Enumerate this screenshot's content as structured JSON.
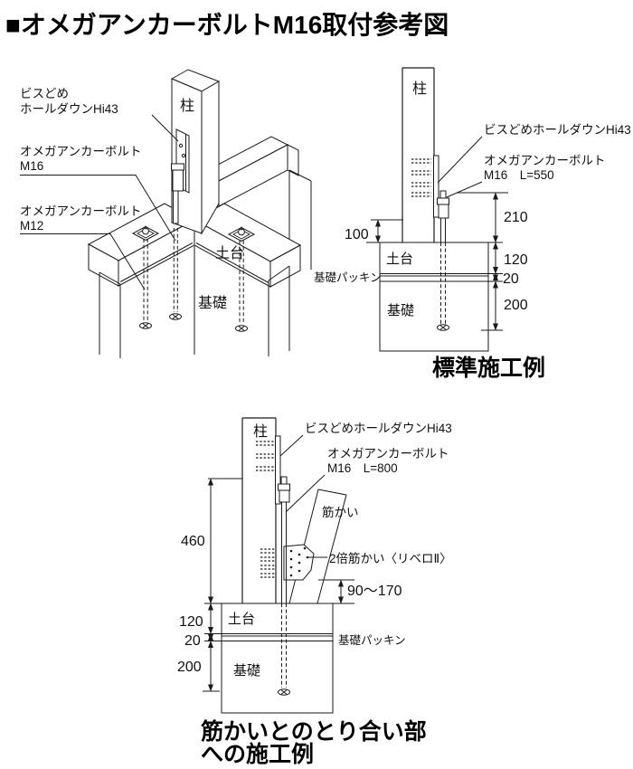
{
  "title": "■オメガアンカーボルトM16取付参考図",
  "colors": {
    "ink": "#1a1a1a",
    "paper": "#ffffff"
  },
  "iso": {
    "holddown_label_1": "ビスどめ",
    "holddown_label_2": "ホールダウンHi43",
    "m16_label_1": "オメガアンカーボルト",
    "m16_label_2": "M16",
    "m12_label_1": "オメガアンカーボルト",
    "m12_label_2": "M12",
    "pillar": "柱",
    "sill": "土台",
    "foundation": "基礎"
  },
  "standard": {
    "pillar": "柱",
    "holddown_label": "ビスどめホールダウンHi43",
    "anchor_label_1": "オメガアンカーボルト",
    "anchor_label_2": "M16　L=550",
    "packing_label": "基礎パッキン",
    "sill": "土台",
    "foundation": "基礎",
    "caption": "標準施工例",
    "dim_bolt_top": "210",
    "dim_holddown_bottom": "100",
    "dim_sill": "120",
    "dim_packing": "20",
    "dim_embed": "200"
  },
  "brace": {
    "pillar": "柱",
    "holddown_label": "ビスどめホールダウンHi43",
    "anchor_label_1": "オメガアンカーボルト",
    "anchor_label_2": "M16　L=800",
    "brace_label": "筋かい",
    "brace2_label": "2倍筋かい〈リベロⅡ〉",
    "packing_label": "基礎パッキン",
    "sill": "土台",
    "foundation": "基礎",
    "caption_1": "筋かいとのとり合い部",
    "caption_2": "への施工例",
    "dim_bolt_top": "460",
    "dim_brace_gap": "90〜170",
    "dim_sill": "120",
    "dim_packing": "20",
    "dim_embed": "200"
  }
}
